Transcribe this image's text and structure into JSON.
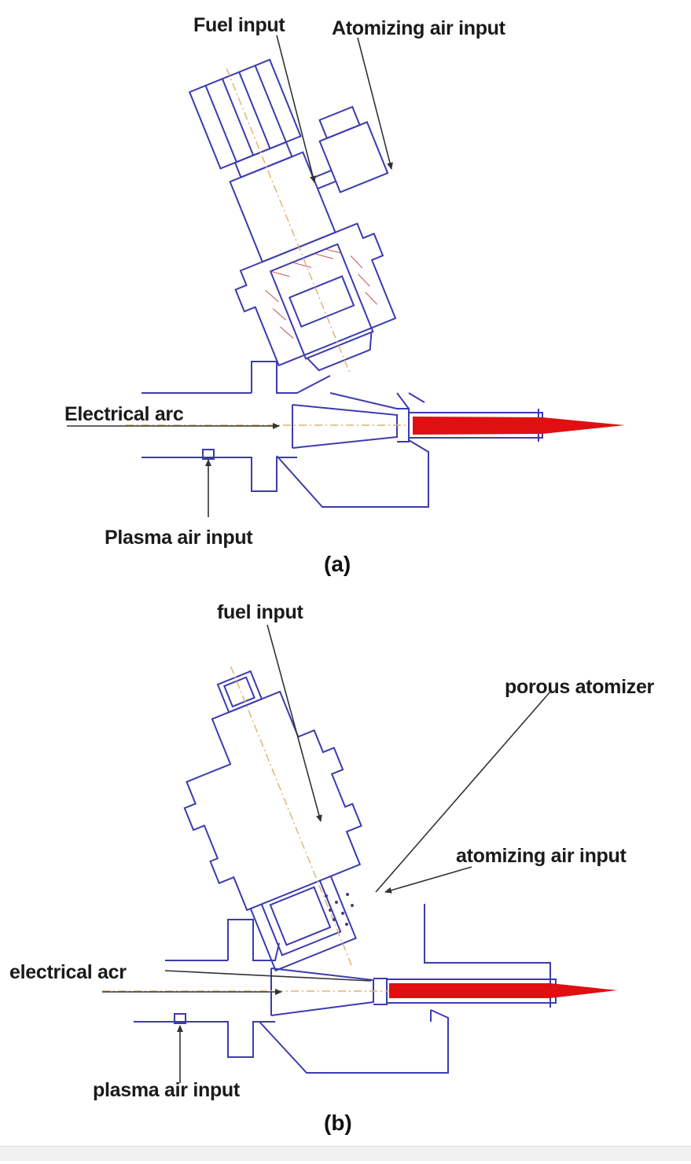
{
  "panel_a": {
    "labels": {
      "fuel_input": "Fuel input",
      "atomizing_air_input": "Atomizing air input",
      "electrical_arc": "Electrical arc",
      "plasma_air_input": "Plasma air input"
    },
    "caption": "(a)"
  },
  "panel_b": {
    "labels": {
      "fuel_input": "fuel input",
      "porous_atomizer": "porous atomizer",
      "atomizing_air_input": "atomizing air input",
      "electrical_arc": "electrical acr",
      "plasma_air_input": "plasma air input"
    },
    "caption": "(b)"
  },
  "colors": {
    "outline": "#3b3bb0",
    "flame": "#e01010",
    "axis": "#e2b06a",
    "leader": "#333333"
  }
}
